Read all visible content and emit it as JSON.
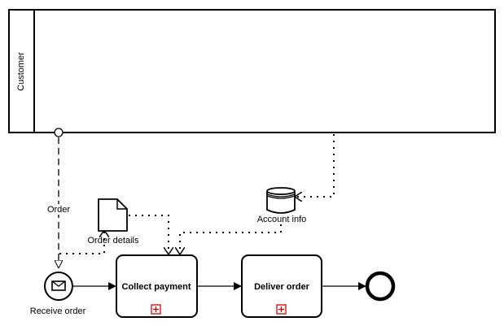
{
  "diagram": {
    "type": "BPMN process",
    "pool": {
      "label": "Customer"
    },
    "events": {
      "start": {
        "label": "Receive order",
        "kind": "message-start"
      },
      "end": {
        "label": "",
        "kind": "end"
      }
    },
    "tasks": [
      {
        "id": "collect",
        "label": "Collect payment",
        "marker": "subprocess-plus"
      },
      {
        "id": "deliver",
        "label": "Deliver order",
        "marker": "subprocess-plus"
      }
    ],
    "data_objects": [
      {
        "label": "Order details"
      }
    ],
    "data_stores": [
      {
        "label": "Account info"
      }
    ],
    "message_flows": [
      {
        "label": "Order",
        "from": "Customer",
        "to": "Receive order"
      }
    ],
    "colors": {
      "stroke": "#000000",
      "marker": "#e00000",
      "background": "#ffffff"
    }
  }
}
